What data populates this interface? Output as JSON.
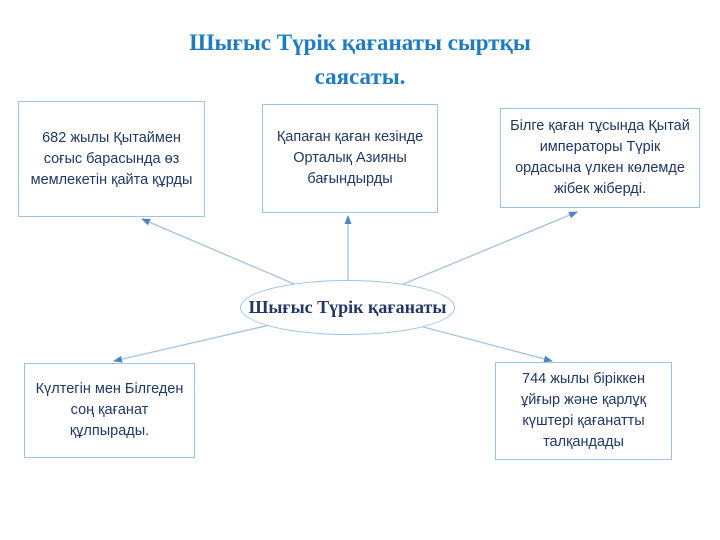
{
  "title": {
    "text": "Шығыс Түрік қағанаты сыртқы саясаты."
  },
  "center": {
    "label": "Шығыс Түрік қағанаты"
  },
  "boxes": [
    {
      "id": "top-left",
      "text": "682 жылы Қытаймен соғыс барасында өз мемлекетін қайта құрды"
    },
    {
      "id": "top-middle",
      "text": "Қапаған қаған кезінде Орталық Азияны бағындырды"
    },
    {
      "id": "top-right",
      "text": "Білге қаған тұсында Қытай императоры Түрік ордасына үлкен көлемде жібек жіберді."
    },
    {
      "id": "bottom-left",
      "text": "Күлтегін мен Білгеден соң қағанат құлпырады."
    },
    {
      "id": "bottom-right",
      "text": "744 жылы біріккен ұйғыр және қарлұқ күштері қағанатты талқандады"
    }
  ],
  "colors": {
    "title_blue": "#1E7CC1",
    "text_navy": "#1F3864",
    "box_border": "#9DC3E6",
    "connector": "#A3C2E0",
    "arrowhead": "#4E86C0"
  }
}
